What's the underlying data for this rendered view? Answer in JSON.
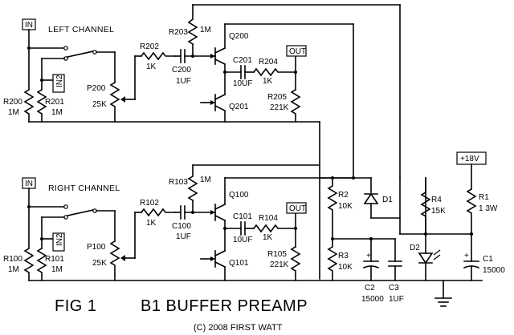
{
  "channels": [
    {
      "key": "L",
      "title": "LEFT CHANNEL",
      "in": "IN",
      "in2": "IN2",
      "out": "OUT",
      "rin": "R200",
      "rin_v": "1M",
      "rin2": "R201",
      "rin2_v": "1M",
      "pot": "P200",
      "pot_v": "25K",
      "rs": "R202",
      "rs_v": "1K",
      "cin": "C200",
      "cin_v": "1UF",
      "rg": "R203",
      "rg_v": "1M",
      "qt": "Q200",
      "qb": "Q201",
      "co": "C201",
      "co_v": "10UF",
      "ro": "R204",
      "ro_v": "1K",
      "rl": "R205",
      "rl_v": "221K"
    },
    {
      "key": "R",
      "title": "RIGHT CHANNEL",
      "in": "IN",
      "in2": "IN2",
      "out": "OUT",
      "rin": "R100",
      "rin_v": "1M",
      "rin2": "R101",
      "rin2_v": "1M",
      "pot": "P100",
      "pot_v": "25K",
      "rs": "R102",
      "rs_v": "1K",
      "cin": "C100",
      "cin_v": "1UF",
      "rg": "R103",
      "rg_v": "1M",
      "qt": "Q100",
      "qb": "Q101",
      "co": "C101",
      "co_v": "10UF",
      "ro": "R104",
      "ro_v": "1K",
      "rl": "R105",
      "rl_v": "221K"
    }
  ],
  "supply": {
    "vplus": "+18V",
    "r1": "R1",
    "r1_v": "1 3W",
    "c1": "C1",
    "c1_v": "15000",
    "r2": "R2",
    "r2_v": "10K",
    "d1": "D1",
    "r3": "R3",
    "r3_v": "10K",
    "c2": "C2",
    "c2_v": "15000",
    "c3": "C3",
    "c3_v": "1UF",
    "r4": "R4",
    "r4_v": "15K",
    "d2": "D2"
  },
  "figure": {
    "label": "FIG 1",
    "title": "B1 BUFFER PREAMP",
    "copyright": "(C) 2008 FIRST WATT"
  }
}
